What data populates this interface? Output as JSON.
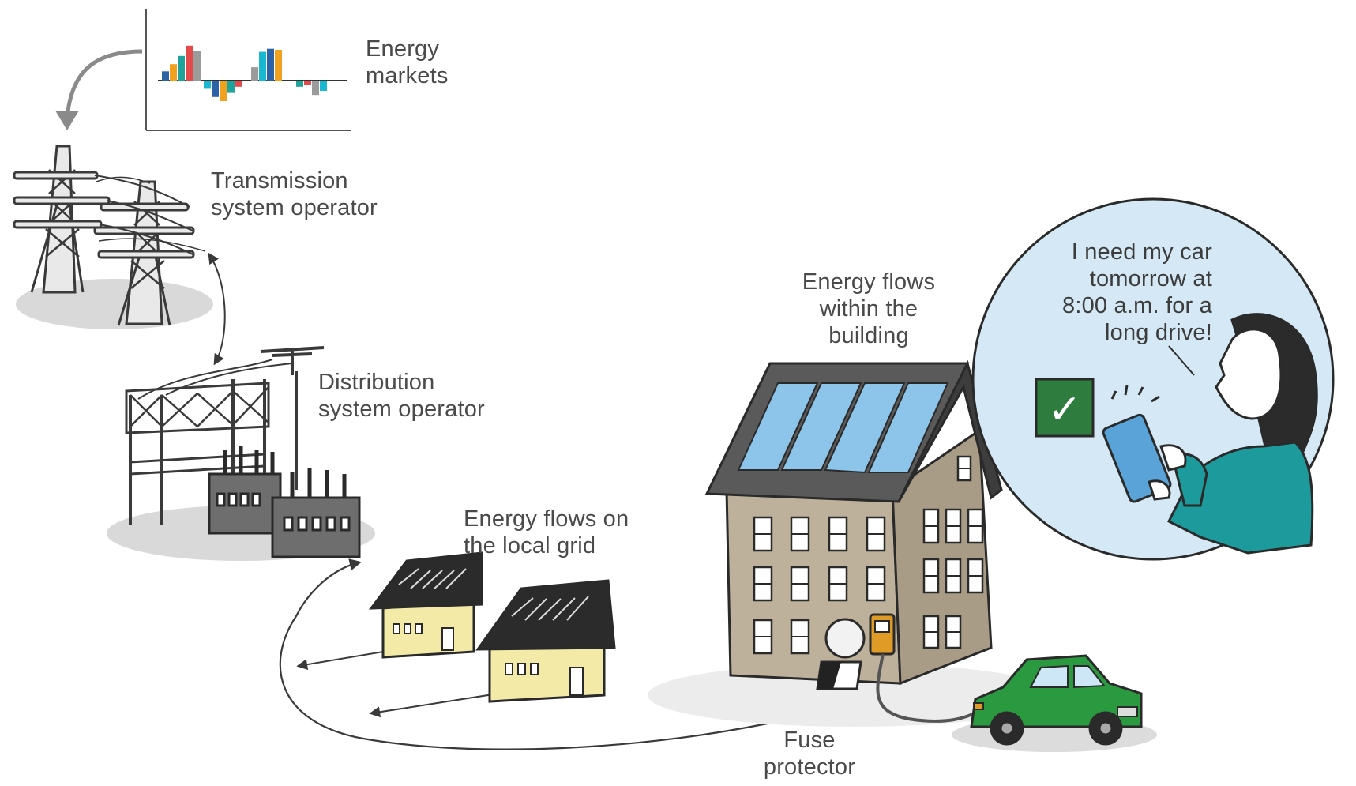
{
  "labels": {
    "energy_markets": "Energy\nmarkets",
    "transmission": "Transmission\nsystem operator",
    "distribution": "Distribution\nsystem operator",
    "local_grid": "Energy flows on\nthe local grid",
    "building_flows": "Energy flows\nwithin the\nbuilding",
    "speech": "I need my car\ntomorrow at\n8:00 a.m. for a\nlong drive!",
    "fuse": "Fuse\nprotector"
  },
  "check_glyph": "✓",
  "colors": {
    "line": "#3a3a3a",
    "ground_shadow": "#d9d9d9",
    "tower_fill": "#e6e6e6",
    "transformer": "#6e6e6e",
    "house_wall": "#f2eaa6",
    "house_roof": "#2b2b2b",
    "building_wall": "#bdb19b",
    "building_roof": "#5a5a5a",
    "solar_panel": "#8cc4ea",
    "bubble": "#d4e9f5",
    "shirt": "#1d9a9b",
    "tablet": "#5aa3d8",
    "check_box": "#2f7d3e",
    "car": "#2b9940",
    "charger": "#e09b26",
    "bar_colors": [
      "#2b63a6",
      "#f0a21f",
      "#1fa39a",
      "#e5494c",
      "#9b9b9b",
      "#19b7d0"
    ]
  },
  "chart_data": {
    "type": "bar",
    "title": "",
    "xlabel": "",
    "ylabel": "",
    "categories": [],
    "series": [
      {
        "values": [
          0.9,
          1.6,
          2.4,
          3.4,
          2.9,
          -0.8,
          -1.6,
          -2.0,
          -1.2,
          -0.6,
          1.3,
          2.8,
          3.1,
          3.0,
          -0.6,
          -0.4,
          -1.4,
          -1.0
        ]
      }
    ],
    "ylim": [
      -2.5,
      4
    ]
  }
}
